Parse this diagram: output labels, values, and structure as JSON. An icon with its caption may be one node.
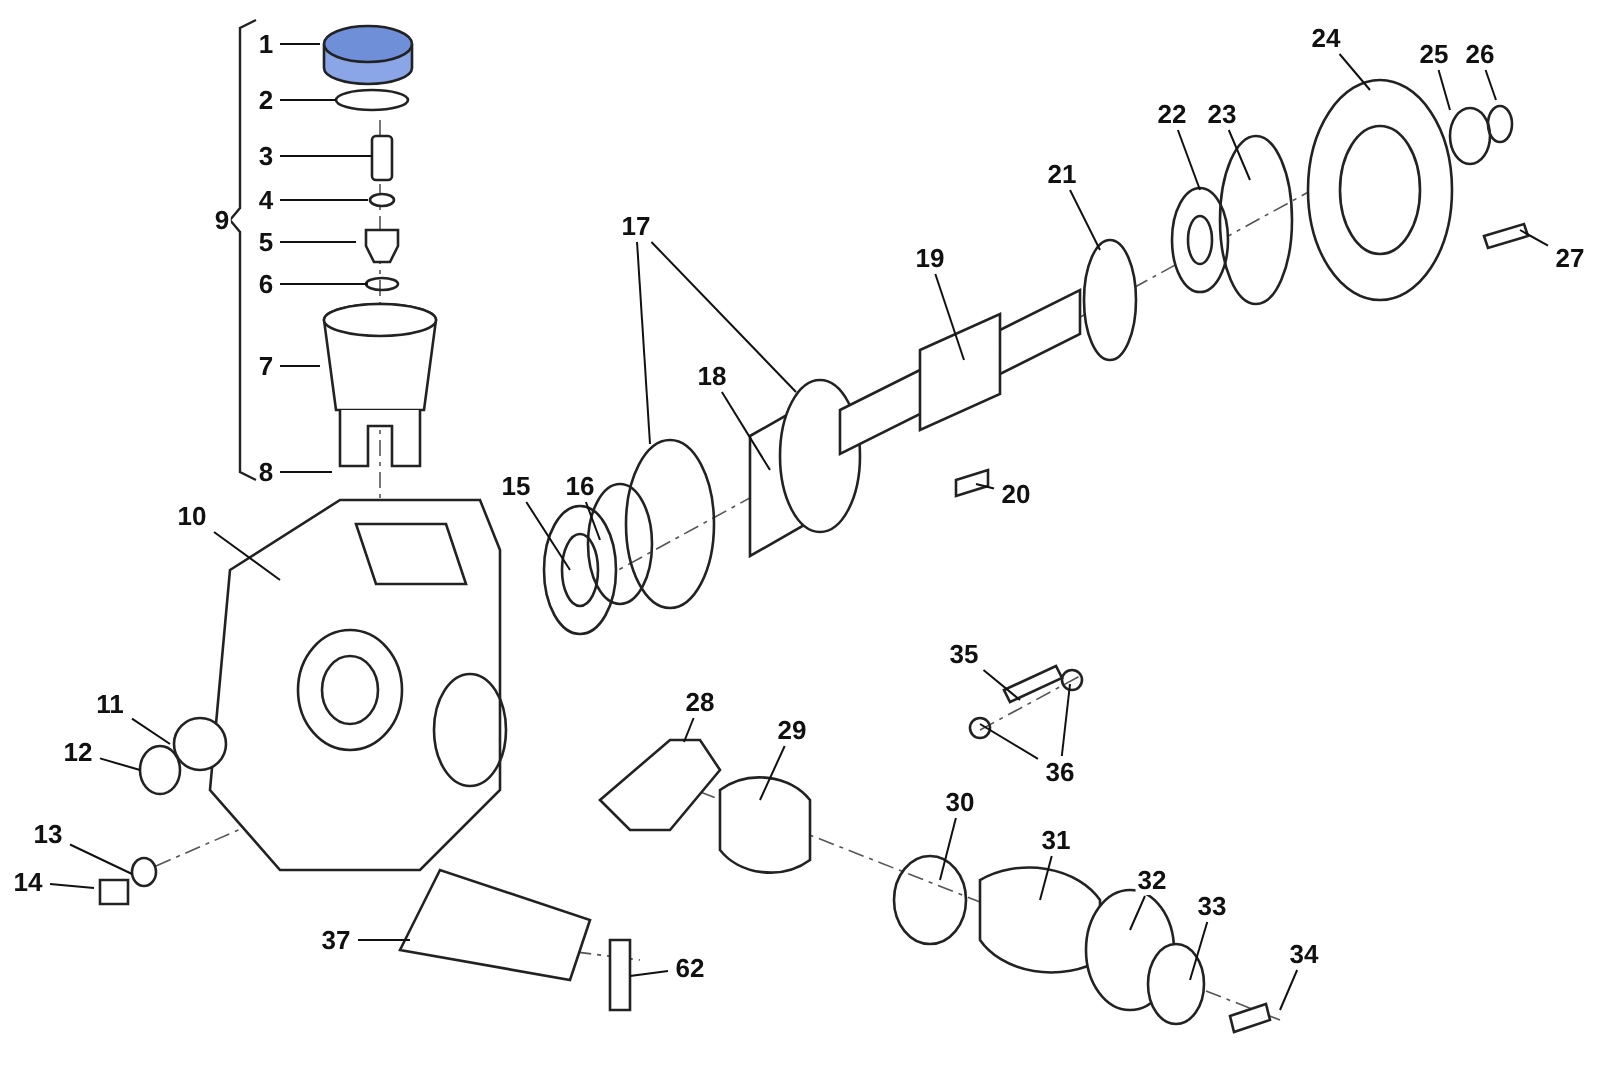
{
  "diagram": {
    "nodes": [
      {
        "text": [
          "1"
        ]
      },
      {
        "text": [
          "2"
        ]
      },
      {
        "text": [
          "3"
        ]
      },
      {
        "text": [
          "4"
        ]
      },
      {
        "text": [
          "5"
        ]
      },
      {
        "text": [
          "6"
        ]
      },
      {
        "text": [
          "7"
        ]
      },
      {
        "text": [
          "8"
        ]
      },
      {
        "text": [
          "9"
        ]
      },
      {
        "text": [
          "10"
        ]
      },
      {
        "text": [
          "11"
        ]
      },
      {
        "text": [
          "12"
        ]
      },
      {
        "text": [
          "13"
        ]
      },
      {
        "text": [
          "14"
        ]
      },
      {
        "text": [
          "15"
        ]
      },
      {
        "text": [
          "16"
        ]
      },
      {
        "text": [
          "17"
        ]
      },
      {
        "text": [
          "18"
        ]
      },
      {
        "text": [
          "19"
        ]
      },
      {
        "text": [
          "20"
        ]
      },
      {
        "text": [
          "21"
        ]
      },
      {
        "text": [
          "22"
        ]
      },
      {
        "text": [
          "23"
        ]
      },
      {
        "text": [
          "24"
        ]
      },
      {
        "text": [
          "25"
        ]
      },
      {
        "text": [
          "26"
        ]
      },
      {
        "text": [
          "27"
        ]
      },
      {
        "text": [
          "28"
        ]
      },
      {
        "text": [
          "29"
        ]
      },
      {
        "text": [
          "30"
        ]
      },
      {
        "text": [
          "31"
        ]
      },
      {
        "text": [
          "32"
        ]
      },
      {
        "text": [
          "33"
        ]
      },
      {
        "text": [
          "34"
        ]
      },
      {
        "text": [
          "35"
        ]
      },
      {
        "text": [
          "36"
        ]
      },
      {
        "text": [
          "37"
        ]
      },
      {
        "text": [
          "62"
        ]
      }
    ],
    "edges": [
      {
        "from": 0,
        "to": null,
        "arrow": "none"
      },
      {
        "from": 1,
        "to": null,
        "arrow": "none"
      },
      {
        "from": 2,
        "to": null,
        "arrow": "none"
      },
      {
        "from": 3,
        "to": null,
        "arrow": "none"
      },
      {
        "from": 4,
        "to": null,
        "arrow": "none"
      },
      {
        "from": 5,
        "to": null,
        "arrow": "none"
      },
      {
        "from": 6,
        "to": null,
        "arrow": "none"
      },
      {
        "from": 7,
        "to": null,
        "arrow": "none"
      },
      {
        "from": 9,
        "to": null,
        "arrow": "none"
      },
      {
        "from": 10,
        "to": null,
        "arrow": "none"
      },
      {
        "from": 11,
        "to": null,
        "arrow": "none"
      },
      {
        "from": 12,
        "to": null,
        "arrow": "none"
      },
      {
        "from": 13,
        "to": null,
        "arrow": "none"
      },
      {
        "from": 14,
        "to": null,
        "arrow": "none"
      },
      {
        "from": 15,
        "to": null,
        "arrow": "none"
      },
      {
        "from": 16,
        "to": null,
        "arrow": "none"
      },
      {
        "from": 16,
        "to": null,
        "arrow": "none"
      },
      {
        "from": 17,
        "to": null,
        "arrow": "none"
      },
      {
        "from": 18,
        "to": null,
        "arrow": "none"
      },
      {
        "from": 19,
        "to": null,
        "arrow": "none"
      },
      {
        "from": 20,
        "to": null,
        "arrow": "none"
      },
      {
        "from": 21,
        "to": null,
        "arrow": "none"
      },
      {
        "from": 22,
        "to": null,
        "arrow": "none"
      },
      {
        "from": 23,
        "to": null,
        "arrow": "none"
      },
      {
        "from": 24,
        "to": null,
        "arrow": "none"
      },
      {
        "from": 25,
        "to": null,
        "arrow": "none"
      },
      {
        "from": 26,
        "to": null,
        "arrow": "none"
      },
      {
        "from": 27,
        "to": null,
        "arrow": "none"
      },
      {
        "from": 28,
        "to": null,
        "arrow": "none"
      },
      {
        "from": 29,
        "to": null,
        "arrow": "none"
      },
      {
        "from": 30,
        "to": null,
        "arrow": "none"
      },
      {
        "from": 31,
        "to": null,
        "arrow": "none"
      },
      {
        "from": 32,
        "to": null,
        "arrow": "none"
      },
      {
        "from": 33,
        "to": null,
        "arrow": "none"
      },
      {
        "from": 34,
        "to": null,
        "arrow": "none"
      },
      {
        "from": 35,
        "to": null,
        "arrow": "none"
      },
      {
        "from": 35,
        "to": null,
        "arrow": "none"
      },
      {
        "from": 36,
        "to": null,
        "arrow": "none"
      },
      {
        "from": 37,
        "to": null,
        "arrow": "none"
      }
    ]
  }
}
